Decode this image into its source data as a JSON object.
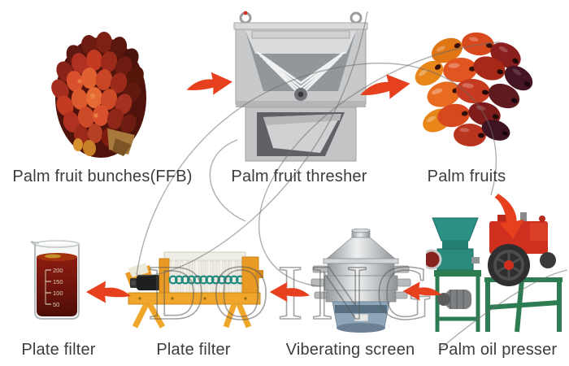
{
  "watermark": {
    "text": "DOING"
  },
  "colors": {
    "arrow": "#e6401f",
    "label_text": "#3c3c3c"
  },
  "steps": {
    "ffb": {
      "label": "Palm fruit bunches(FFB)"
    },
    "thresher": {
      "label": "Palm fruit thresher"
    },
    "fruits": {
      "label": "Palm fruits"
    },
    "presser": {
      "label": "Palm oil presser"
    },
    "screen": {
      "label": "Viberating screen"
    },
    "plate_filter": {
      "label": "Plate filter"
    },
    "filtered_oil": {
      "label": "Plate filter"
    }
  },
  "beaker": {
    "graduations": [
      "200",
      "150",
      "100",
      "50"
    ]
  }
}
